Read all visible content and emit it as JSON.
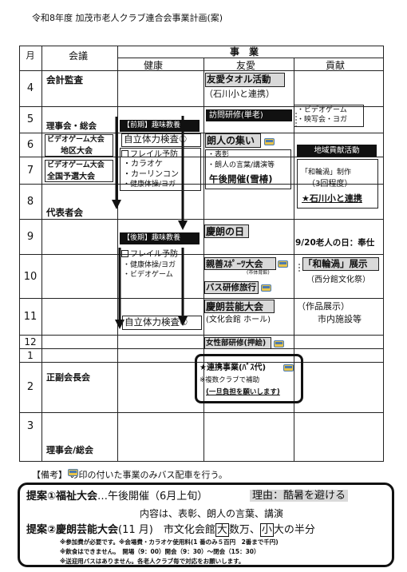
{
  "title": "令和8年度 加茂市老人クラブ連合会事業計画(案)",
  "header": {
    "month": "月",
    "meeting": "会議",
    "jigyo": "事　業",
    "kenko": "健康",
    "yuai": "友愛",
    "koken": "貢献"
  },
  "months": [
    "4",
    "5",
    "6",
    "7",
    "8",
    "9",
    "10",
    "11",
    "12",
    "1",
    "2",
    "3"
  ],
  "meetings": {
    "m4": "会計監査",
    "m5": "理事会・総会",
    "m6a": "ビデオゲーム大会",
    "m6b": "地区大会",
    "m7a": "ビデオゲーム大会",
    "m7b": "全国予選大会",
    "m8": "代表者会",
    "m2": "正副会長会",
    "m3": "理事会/総会"
  },
  "kenko": {
    "zenki": "【前期】趣味教養",
    "check1": "自立体力検査①",
    "zenki_items": [
      "フレイル予防",
      "・カラオケ",
      "・カーリンコン",
      "・健康体操/ヨガ"
    ],
    "kouki": "【後期】趣味教養",
    "kouki_items": [
      "フレイル予防",
      "・健康体操/ヨガ",
      "・ビデオゲーム"
    ],
    "check2": "自立体力検査②"
  },
  "yuai": {
    "towel": "友愛タオル活動",
    "towel_sub": "（石川小と連携）",
    "homon": "訪問研修(単老)",
    "homon_items": [
      "・ビデオゲーム",
      "・映写会・ヨガ"
    ],
    "roro": "朗人の集い",
    "roro_items": [
      "・表彰",
      "・朗人の言葉/講演等"
    ],
    "roro_time": "午後開催(雪椿)",
    "keiro_day": "慶朗の日",
    "shinzen": "親善ｽﾎﾟｰﾂ大会",
    "shinzen_sub": "(市体育館)",
    "bus_kenshu": "バス研修旅行",
    "geino": "慶朗芸能大会",
    "geino_sub": "(文化会館 ホール)",
    "joseibu": "女性部研修(押絵)",
    "renkei": "★連携事業(ﾊﾞｽ代)",
    "renkei_sub": "※複数クラブで補助",
    "renkei_note": "(一旦負担を願いします)"
  },
  "koken": {
    "banner": "地域貢献活動",
    "wawa": "「和輪渦」制作",
    "wawa_sub": "（3回程度）",
    "ishikawa": "★石川小と連携",
    "roujin_day": "9/20老人の日：奉仕",
    "tenji": "「和輪渦」展示",
    "tenji_sub": "（西分館文化祭）",
    "sakuhin": "（作品展示）",
    "shinai": "市内施設等"
  },
  "note": "【備考】 の印の付いた事業のみバス配車を行う。",
  "proposal": {
    "p1_label": "提案①福祉大会",
    "p1_rest": "…午後開催（6月上旬）",
    "p1_reason": "理由：酷暑を避ける",
    "p1_content": "内容は、表彰、朗人の言葉、講演",
    "p2_label": "提案②慶朗芸能大会",
    "p2_rest": "(11 月)　市文化会館",
    "p2_dai": "大",
    "p2_mid": "数万、",
    "p2_sho": "小",
    "p2_end": "大の半分",
    "n1": "※参加費が必要です。※会場費・カラオケ使用料(1 番のみ５百円　2番まで千円)",
    "n2": "※飲食はできません。　開場（9：00）開会（9：30）～閉会（15：30）",
    "n3": "※送迎用バスはありません。各老人クラブ毎で対応をお願いします。"
  }
}
